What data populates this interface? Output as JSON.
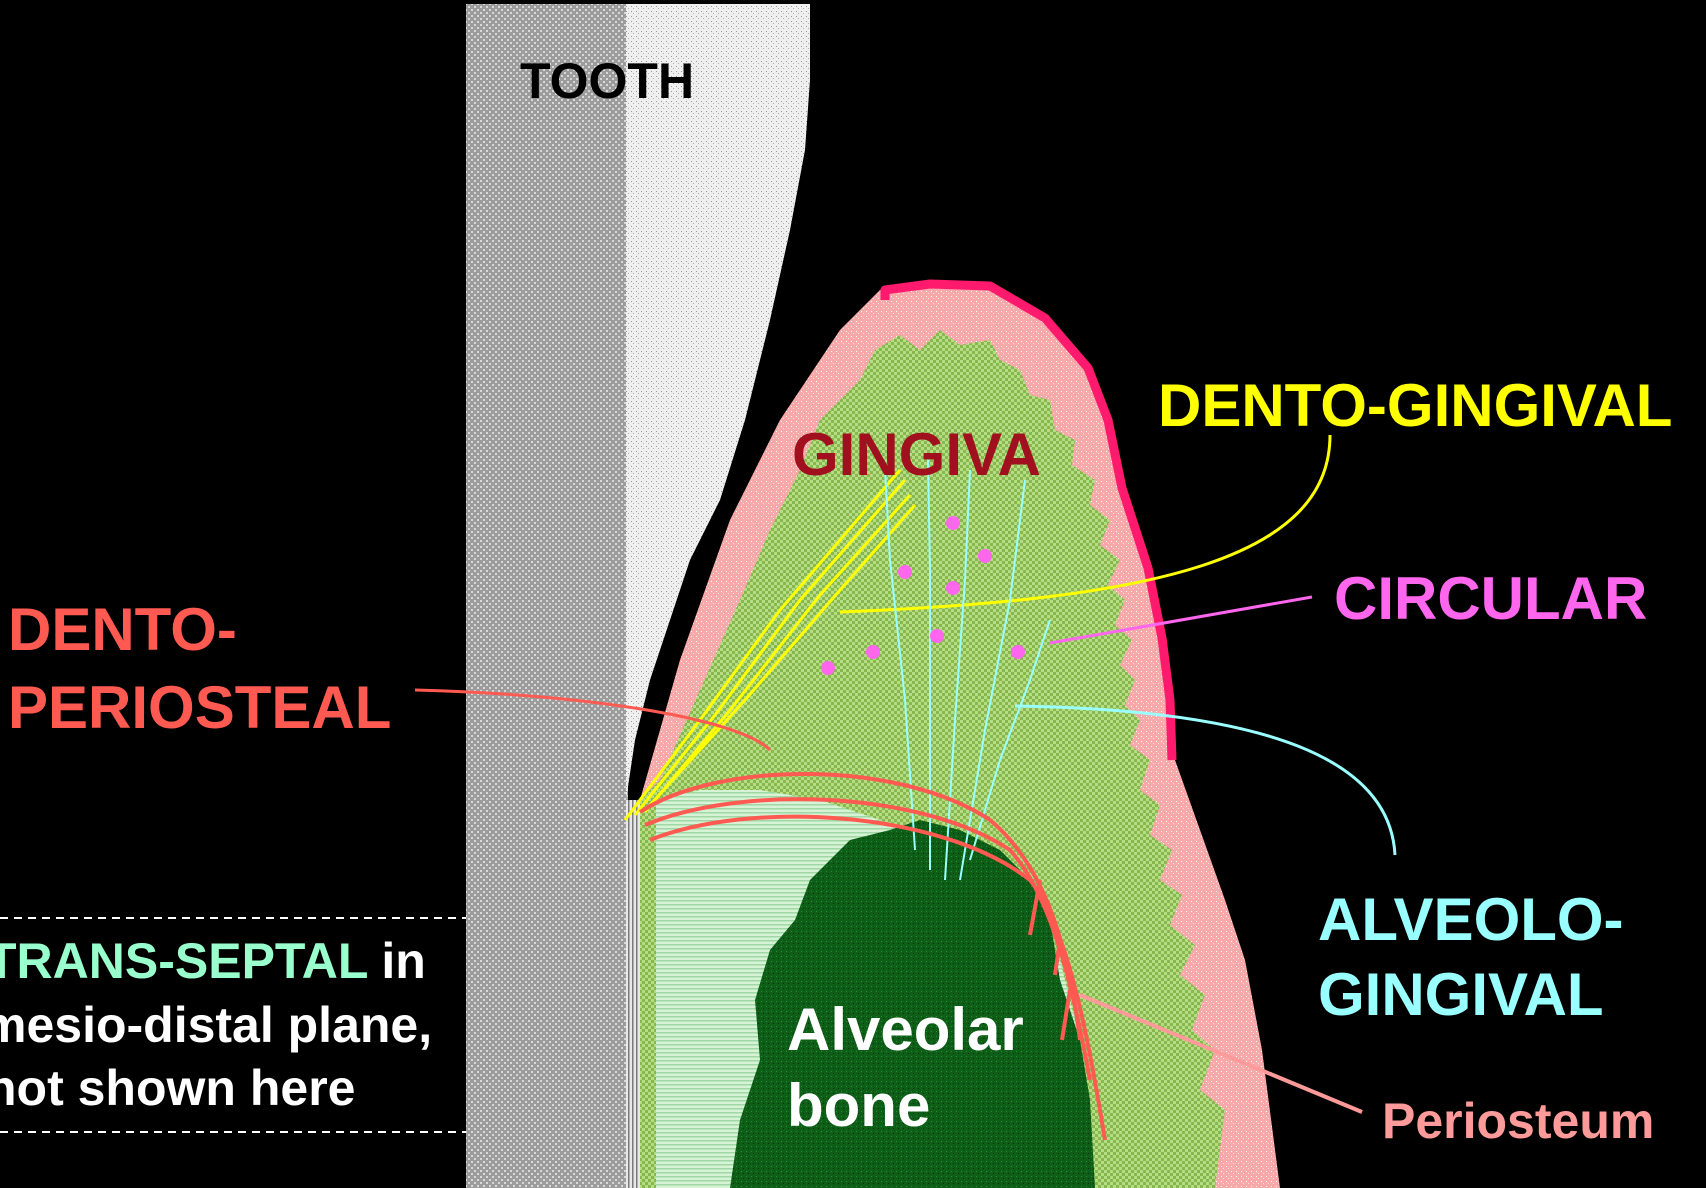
{
  "labels": {
    "tooth": "TOOTH",
    "gingiva": "GINGIVA",
    "dento_gingival": "DENTO-GINGIVAL",
    "circular": "CIRCULAR",
    "dento_periosteal_1": "DENTO-",
    "dento_periosteal_2": "PERIOSTEAL",
    "alveolo_gingival_1": "ALVEOLO-",
    "alveolo_gingival_2": "GINGIVAL",
    "trans_septal_highlight": "TRANS-SEPTAL",
    "trans_septal_rest": " in",
    "trans_septal_line2": "mesio-distal plane,",
    "trans_septal_line3": "not shown here",
    "alveolar_bone_1": "Alveolar",
    "alveolar_bone_2": "bone",
    "periosteum": "Periosteum"
  },
  "colors": {
    "background": "#000000",
    "tooth_dark": "#a8a8a8",
    "tooth_light": "#e6e6e6",
    "gingiva_epithelium": "#f4a4a4",
    "gingiva_border": "#ff1a6e",
    "connective_tissue": "#8fbf5a",
    "periosteal_zone": "#c7ecc9",
    "alveolar_bone": "#0e6418",
    "gingiva_label": "#a0101e",
    "dento_gingival": "#ffff00",
    "circular": "#ff66ee",
    "dento_periosteal": "#ff5a52",
    "alveolo_gingival": "#99ffff",
    "trans_septal": "#99ffcc",
    "periosteum": "#ff9a9a",
    "white_text": "#ffffff",
    "dashed_line": "#ffffff"
  }
}
